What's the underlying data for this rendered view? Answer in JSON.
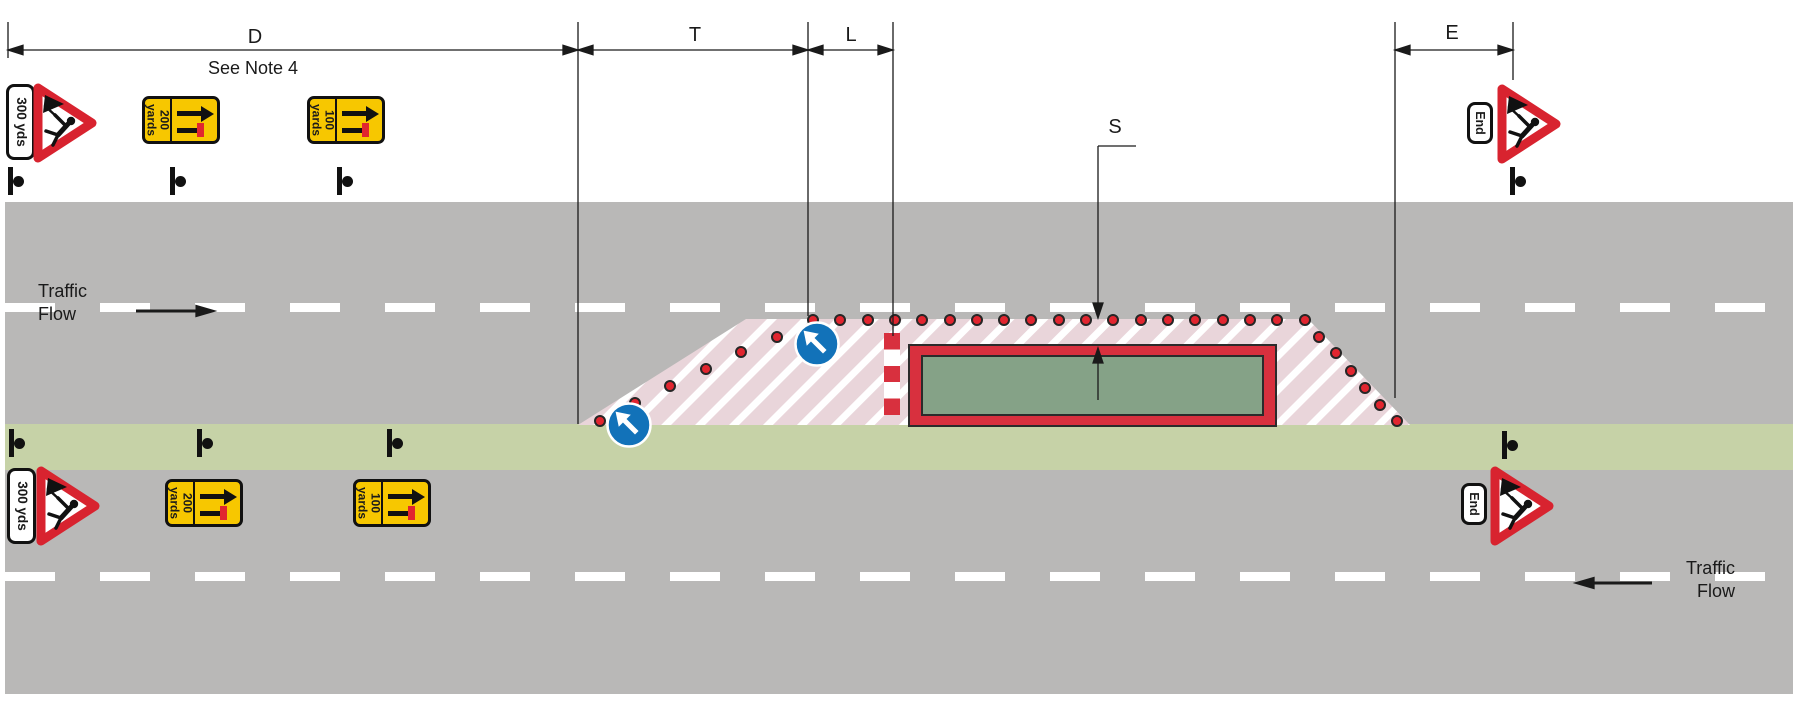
{
  "diagram_type": "roadworks traffic management plan (lane closure on dual carriageway)",
  "dimension_labels": {
    "d": "D",
    "d_note": "See Note 4",
    "t": "T",
    "l": "L",
    "s": "S",
    "e": "E"
  },
  "traffic_flow_top": {
    "line1": "Traffic",
    "line2": "Flow",
    "direction": "right"
  },
  "traffic_flow_bottom": {
    "line1": "Traffic",
    "line2": "Flow",
    "direction": "left"
  },
  "signs": {
    "roadworks_plate": "300 yds",
    "lane_closure_200": {
      "distance": "200",
      "unit": "yards"
    },
    "lane_closure_100": {
      "distance": "100",
      "unit": "yards"
    },
    "end_plate": "End"
  },
  "colors": {
    "road_gray": "#b9b8b7",
    "verge_white": "#ffffff",
    "central_reserve_green": "#c6d2a7",
    "works_interior_green": "#85a287",
    "works_frame_red": "#d8303e",
    "hatch_pink": "#e9d5da",
    "cone_red": "#e1252f",
    "sign_yellow": "#f7c700",
    "warning_triangle_red": "#d8232f",
    "keep_left_blue": "#1272b9",
    "line_black": "#1a1a1a"
  },
  "cones": [
    [
      600,
      421
    ],
    [
      635,
      403
    ],
    [
      670,
      386
    ],
    [
      706,
      369
    ],
    [
      741,
      352
    ],
    [
      777,
      337
    ],
    [
      813,
      320
    ],
    [
      840,
      320
    ],
    [
      868,
      320
    ],
    [
      895,
      320
    ],
    [
      922,
      320
    ],
    [
      950,
      320
    ],
    [
      977,
      320
    ],
    [
      1004,
      320
    ],
    [
      1031,
      320
    ],
    [
      1059,
      320
    ],
    [
      1086,
      320
    ],
    [
      1113,
      320
    ],
    [
      1141,
      320
    ],
    [
      1168,
      320
    ],
    [
      1195,
      320
    ],
    [
      1223,
      320
    ],
    [
      1250,
      320
    ],
    [
      1277,
      320
    ],
    [
      1305,
      320
    ],
    [
      1319,
      337
    ],
    [
      1336,
      353
    ],
    [
      1351,
      371
    ],
    [
      1365,
      388
    ],
    [
      1380,
      405
    ],
    [
      1397,
      421
    ]
  ]
}
